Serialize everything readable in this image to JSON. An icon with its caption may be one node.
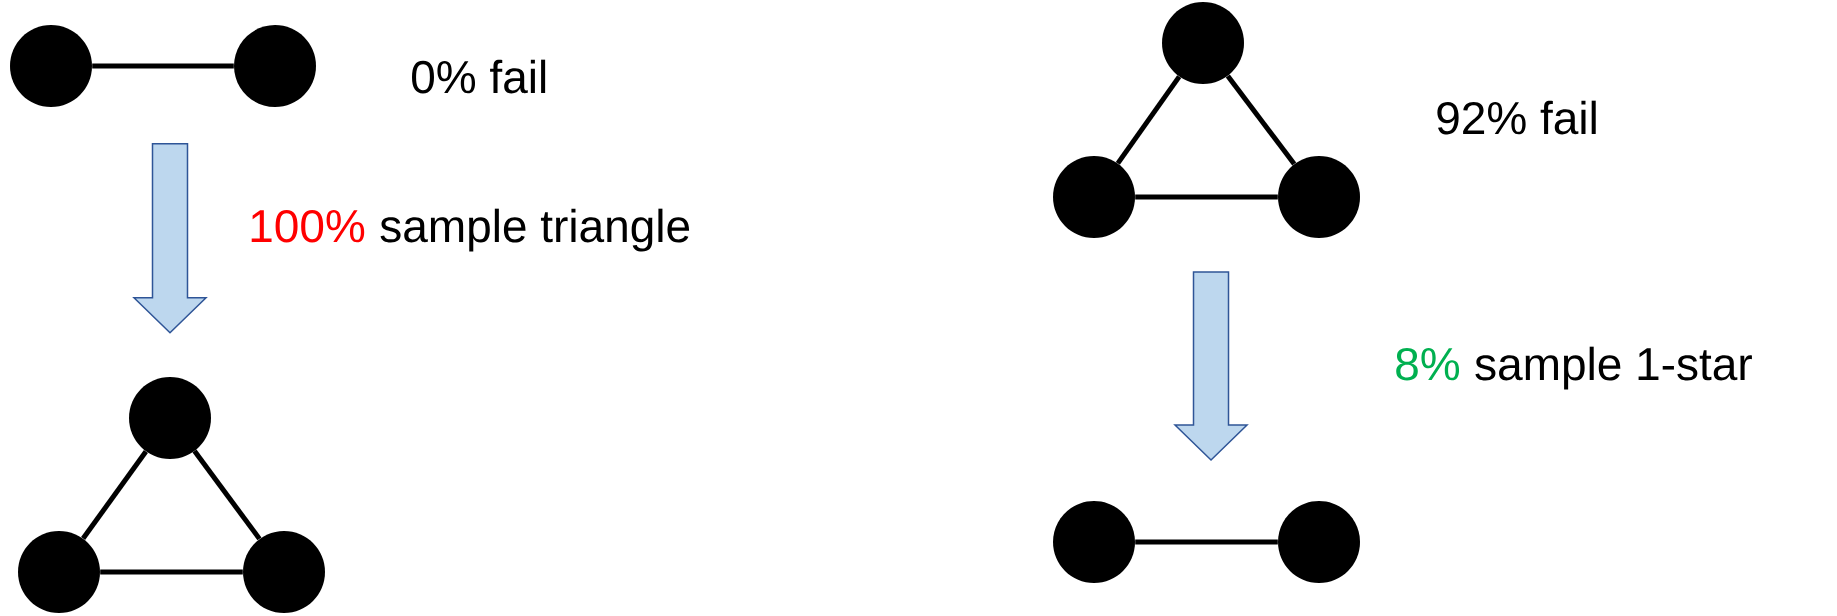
{
  "diagram": {
    "nodes": [
      {
        "text": [],
        "shape": "circle"
      },
      {
        "text": [],
        "shape": "circle"
      },
      {
        "text": [],
        "shape": "circle"
      },
      {
        "text": [],
        "shape": "circle"
      },
      {
        "text": [],
        "shape": "circle"
      },
      {
        "text": [],
        "shape": "circle"
      },
      {
        "text": [],
        "shape": "circle"
      },
      {
        "text": [],
        "shape": "circle"
      },
      {
        "text": [],
        "shape": "circle"
      },
      {
        "text": [],
        "shape": "circle"
      }
    ],
    "edges": [
      {
        "from": 0,
        "to": 1,
        "arrow": "none"
      },
      {
        "from": 2,
        "to": 3,
        "arrow": "none"
      },
      {
        "from": 2,
        "to": 4,
        "arrow": "none"
      },
      {
        "from": 3,
        "to": 4,
        "arrow": "none"
      },
      {
        "from": 5,
        "to": 6,
        "arrow": "none"
      },
      {
        "from": 5,
        "to": 7,
        "arrow": "none"
      },
      {
        "from": 6,
        "to": 7,
        "arrow": "none"
      },
      {
        "from": 8,
        "to": 9,
        "arrow": "none"
      },
      {
        "from": null,
        "to": 5,
        "arrow": "to"
      }
    ],
    "labels": [
      "0% fail",
      "100%",
      "sample triangle",
      "92% fail",
      "8%",
      "sample 1-star"
    ]
  }
}
